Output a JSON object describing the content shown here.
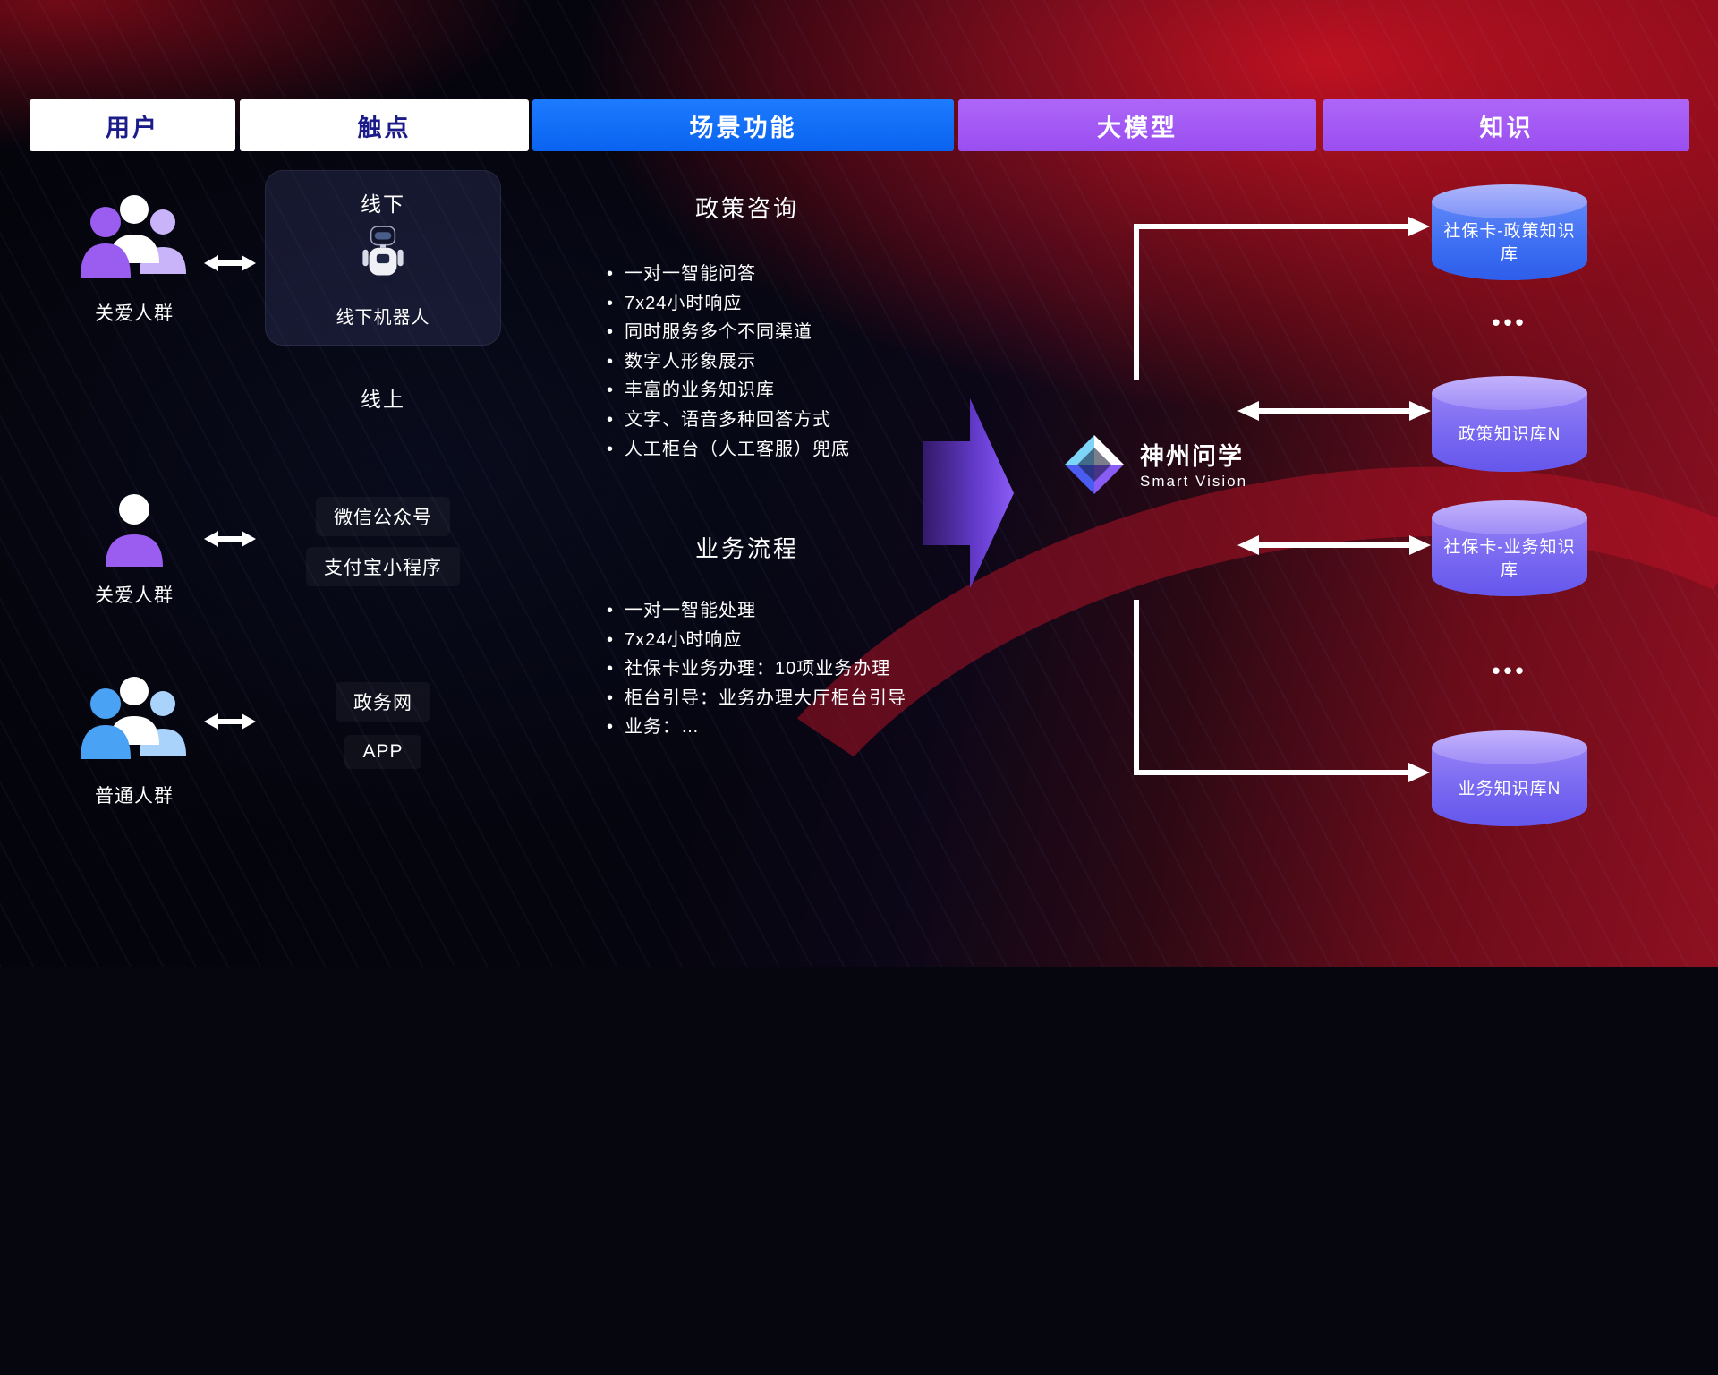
{
  "headers": [
    "用户",
    "触点",
    "场景功能",
    "大模型",
    "知识"
  ],
  "users": {
    "groups": [
      {
        "label": "关爱人群",
        "icon": "group-people-purple"
      },
      {
        "label": "关爱人群",
        "icon": "single-person-purple"
      },
      {
        "label": "普通人群",
        "icon": "group-people-blue"
      }
    ]
  },
  "touchpoints": {
    "offline": {
      "title": "线下",
      "robot_label": "线下机器人"
    },
    "online": {
      "title": "线上"
    },
    "channels": [
      "微信公众号",
      "支付宝小程序",
      "政务网",
      "APP"
    ]
  },
  "scenarios": [
    {
      "title": "政策咨询",
      "items": [
        "一对一智能问答",
        "7x24小时响应",
        "同时服务多个不同渠道",
        "数字人形象展示",
        "丰富的业务知识库",
        "文字、语音多种回答方式",
        "人工柜台（人工客服）兜底"
      ]
    },
    {
      "title": "业务流程",
      "items": [
        "一对一智能处理",
        "7x24小时响应",
        "社保卡业务办理：10项业务办理",
        "柜台引导：业务办理大厅柜台引导",
        "业务：…"
      ]
    }
  ],
  "model": {
    "name": "神州问学",
    "subtitle": "Smart Vision"
  },
  "knowledge": {
    "cylinders": [
      {
        "label": "社保卡-政策知识库",
        "variant": "blue"
      },
      {
        "label": "政策知识库N",
        "variant": "purple"
      },
      {
        "label": "社保卡-业务知识库",
        "variant": "purple"
      },
      {
        "label": "业务知识库N",
        "variant": "purple"
      }
    ],
    "ellipsis": "•••"
  },
  "colors": {
    "header_blue": "#0f6ff5",
    "header_purple": "#a45ef5",
    "header_text_dark": "#1b1b8a",
    "accent_purple_arrow": "#7c4df0",
    "cylinder_blue": "#3a6cf2",
    "cylinder_purple": "#7465f0",
    "background_red": "#a50e20",
    "connector_white": "#ffffff"
  }
}
